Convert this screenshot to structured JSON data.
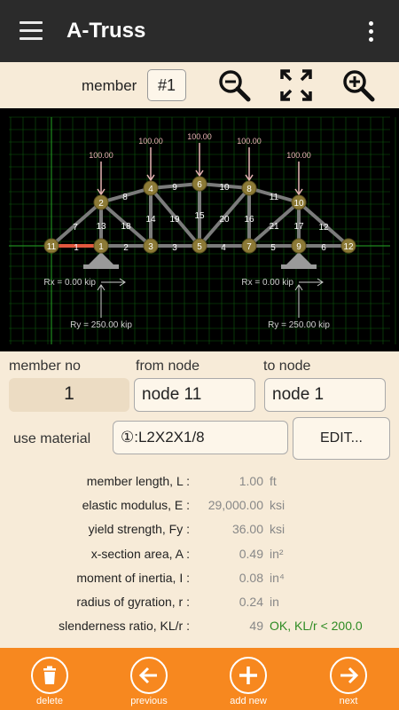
{
  "app": {
    "title": "A-Truss"
  },
  "toolbar": {
    "member_label": "member",
    "member_value": "#1"
  },
  "truss": {
    "loads": [
      "100.00",
      "100.00",
      "100.00",
      "100.00",
      "100.00"
    ],
    "nodes": [
      "11",
      "1",
      "3",
      "5",
      "7",
      "9",
      "12",
      "2",
      "4",
      "6",
      "8",
      "10"
    ],
    "members": [
      "1",
      "2",
      "3",
      "4",
      "5",
      "6",
      "7",
      "8",
      "9",
      "10",
      "11",
      "12",
      "13",
      "14",
      "15",
      "16",
      "17",
      "18",
      "19",
      "20",
      "21"
    ],
    "reactions": {
      "left_rx": "Rx = 0.00 kip",
      "right_rx": "Rx = 0.00 kip",
      "left_ry": "Ry = 250.00 kip",
      "right_ry": "Ry = 250.00 kip"
    },
    "colors": {
      "background": "#000000",
      "grid": "#0d5a0d",
      "member": "#7b7b7b",
      "selected_member": "#e2593f",
      "node": "#8c7a36",
      "load": "#e6b3b3"
    }
  },
  "form": {
    "member_no_label": "member no",
    "from_node_label": "from node",
    "to_node_label": "to node",
    "member_no": "1",
    "from_node": "node 11",
    "to_node": "node 1",
    "use_material_label": "use material",
    "material": "①:L2X2X1/8",
    "edit_label": "EDIT..."
  },
  "properties": [
    {
      "label": "member length, L :",
      "value": "1.00",
      "unit": "ft"
    },
    {
      "label": "elastic modulus, E :",
      "value": "29,000.00",
      "unit": "ksi"
    },
    {
      "label": "yield strength, Fy :",
      "value": "36.00",
      "unit": "ksi"
    },
    {
      "label": "x-section area, A :",
      "value": "0.49",
      "unit": "in²"
    },
    {
      "label": "moment of inertia, I :",
      "value": "0.08",
      "unit": "in⁴"
    },
    {
      "label": "radius of gyration, r :",
      "value": "0.24",
      "unit": "in"
    },
    {
      "label": "slenderness ratio, KL/r :",
      "value": "49",
      "unit": "OK, KL/r < 200.0"
    }
  ],
  "bottom_nav": {
    "delete": "delete",
    "previous": "previous",
    "add_new": "add new",
    "next": "next"
  }
}
